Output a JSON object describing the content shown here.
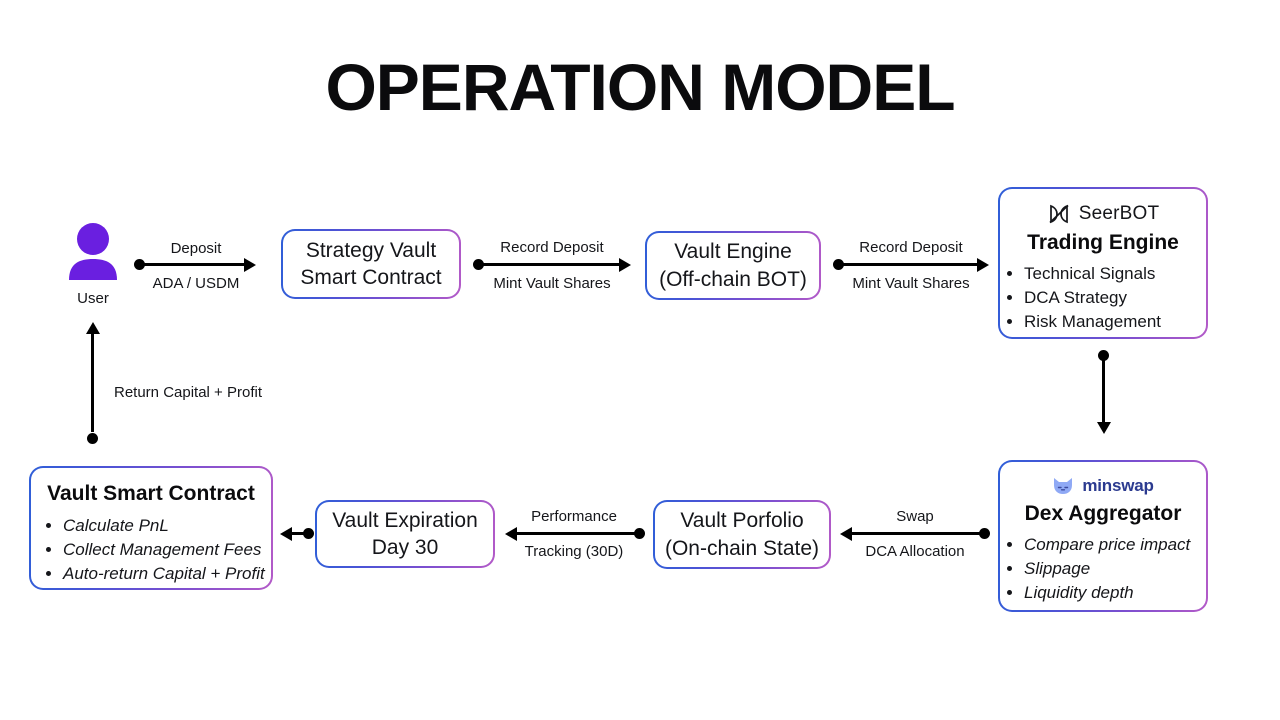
{
  "page": {
    "title": "OPERATION MODEL",
    "background": "#ffffff",
    "accent_gradient_from": "#2f5fd8",
    "accent_gradient_to": "#b35ac8",
    "user_icon_color": "#6a1fe0",
    "minswap_icon_color": "#8fa9f5",
    "minswap_text_color": "#2b3a8f"
  },
  "nodes": {
    "user": {
      "icon": "user-avatar-icon",
      "label": "User"
    },
    "strategy_vault": {
      "line1": "Strategy Vault",
      "line2": "Smart Contract"
    },
    "vault_engine": {
      "line1": "Vault Engine",
      "line2": "(Off-chain BOT)"
    },
    "trading_engine": {
      "brand": "SeerBOT",
      "brand_icon": "seerbot-logo-icon",
      "heading": "Trading Engine",
      "items": [
        "Technical Signals",
        "DCA Strategy",
        "Risk Management"
      ]
    },
    "dex_aggregator": {
      "brand": "minswap",
      "brand_icon": "minswap-cat-icon",
      "heading": "Dex Aggregator",
      "items": [
        "Compare price impact",
        "Slippage",
        "Liquidity depth"
      ]
    },
    "vault_portfolio": {
      "line1": "Vault Porfolio",
      "line2": "(On-chain State)"
    },
    "vault_expiration": {
      "line1": "Vault Expiration",
      "line2": "Day 30"
    },
    "vault_smart_contract": {
      "heading": "Vault Smart Contract",
      "items": [
        "Calculate PnL",
        "Collect Management Fees",
        "Auto-return Capital + Profit"
      ]
    }
  },
  "edges": {
    "deposit": {
      "above": "Deposit",
      "below": "ADA / USDM"
    },
    "record_deposit_1": {
      "above": "Record Deposit",
      "below": "Mint Vault Shares"
    },
    "record_deposit_2": {
      "above": "Record Deposit",
      "below": "Mint Vault Shares"
    },
    "engine_to_dex": {
      "above": "",
      "below": ""
    },
    "swap": {
      "above": "Swap",
      "below": "DCA Allocation"
    },
    "performance": {
      "above": "Performance",
      "below": "Tracking (30D)"
    },
    "expiration_to_contract": {
      "above": "",
      "below": ""
    },
    "return_capital": {
      "label": "Return Capital + Profit"
    }
  }
}
